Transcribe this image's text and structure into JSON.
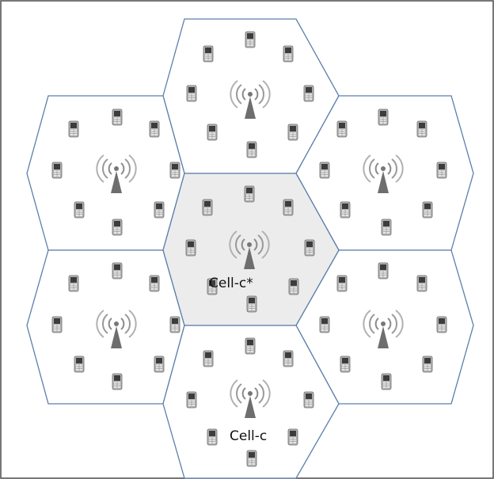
{
  "diagram": {
    "labels": {
      "center_cell": "Cell-c*",
      "bottom_cell": "Cell-c"
    },
    "cells": [
      {
        "id": "center",
        "highlighted": true
      },
      {
        "id": "top",
        "highlighted": false
      },
      {
        "id": "upper-left",
        "highlighted": false
      },
      {
        "id": "upper-right",
        "highlighted": false
      },
      {
        "id": "lower-left",
        "highlighted": false
      },
      {
        "id": "lower-right",
        "highlighted": false
      },
      {
        "id": "bottom",
        "highlighted": false
      }
    ],
    "icons": [
      "base-station-antenna-icon",
      "mobile-phone-icon"
    ],
    "colors": {
      "hex_stroke": "#5b7faa",
      "highlight_fill": "#ececec",
      "frame": "#4a4a4a",
      "antenna": "#6e6e6e",
      "phone_body": "#8a8a8a",
      "phone_screen": "#3c3c3c"
    }
  }
}
